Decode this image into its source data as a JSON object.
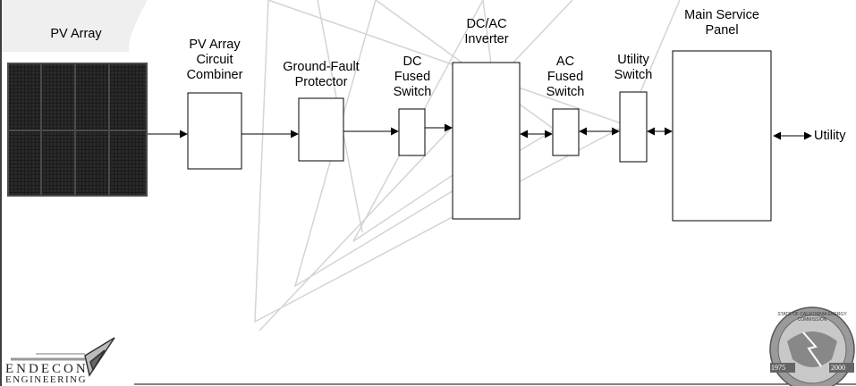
{
  "diagram": {
    "title_label": "PV Array",
    "components": [
      {
        "id": "combiner",
        "lines": [
          "PV Array",
          "Circuit",
          "Combiner"
        ]
      },
      {
        "id": "gfp",
        "lines": [
          "Ground-Fault",
          "Protector"
        ]
      },
      {
        "id": "dc_switch",
        "lines": [
          "DC",
          "Fused",
          "Switch"
        ]
      },
      {
        "id": "inverter",
        "lines": [
          "DC/AC",
          "Inverter"
        ]
      },
      {
        "id": "ac_switch",
        "lines": [
          "AC",
          "Fused",
          "Switch"
        ]
      },
      {
        "id": "utility_switch",
        "lines": [
          "Utility",
          "Switch"
        ]
      },
      {
        "id": "main_panel",
        "lines": [
          "Main Service",
          "Panel"
        ]
      }
    ],
    "utility_label": "Utility"
  },
  "logos": {
    "company_line1": "ENDECON",
    "company_line2": "ENGINEERING",
    "seal_text": "STATE OF CALIFORNIA ENERGY COMMISSION",
    "seal_year_left": "1975",
    "seal_year_right": "2000"
  },
  "colors": {
    "panel_cell": "#1b1b1b",
    "panel_frame": "#4a4a4a",
    "corner_fill": "#efefef",
    "watermark": "#d4d4d4"
  }
}
